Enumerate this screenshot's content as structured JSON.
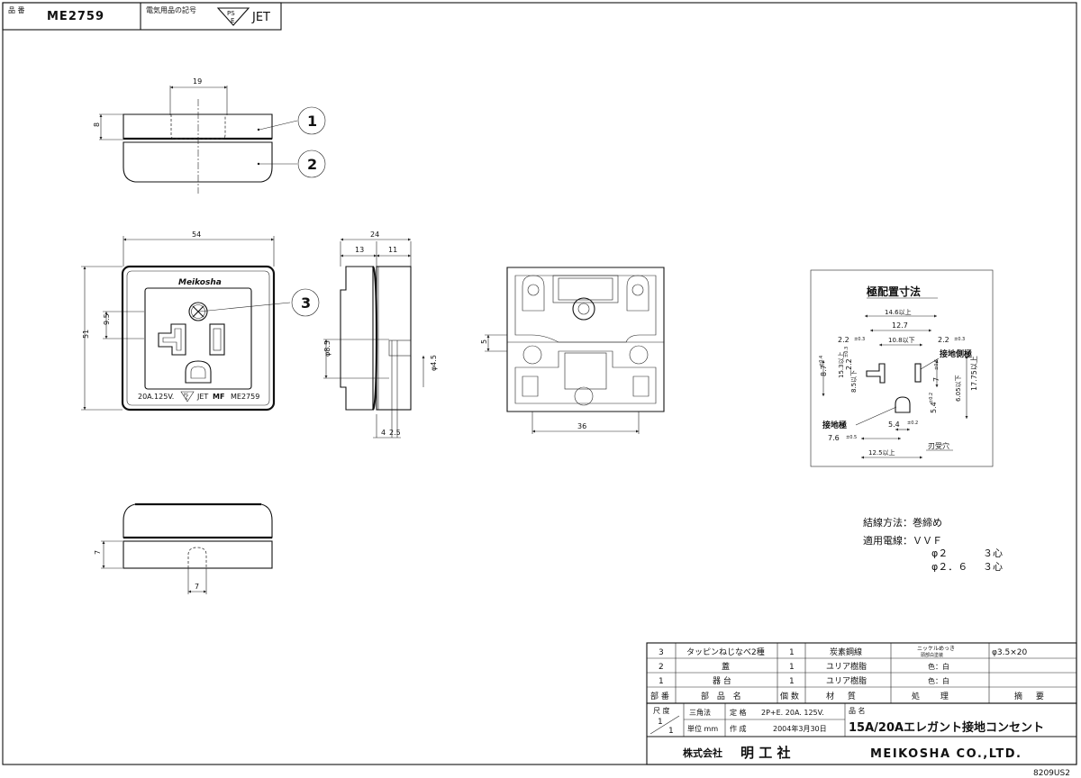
{
  "header": {
    "hinban_label": "品 番",
    "part_number": "ME2759",
    "symbol_label": "電気用品の記号",
    "pse_p": "PS",
    "pse_e": "E",
    "jet": "JET"
  },
  "callouts": {
    "c1": "1",
    "c2": "2",
    "c3": "3"
  },
  "dims": {
    "top_w": "19",
    "top_h": "8",
    "front_w": "54",
    "front_h": "51",
    "front_offset": "9.5",
    "side_total": "24",
    "side_a": "13",
    "side_b": "11",
    "side_d1": "φ8.5",
    "side_d2": "φ4.5",
    "side_c": "4",
    "side_e": "2.5",
    "back_w": "36",
    "back_h": "5",
    "bottom_h": "7",
    "bottom_w": "7"
  },
  "face": {
    "brand": "Meikosha",
    "rating": "20A.125V.",
    "jet": "JET",
    "maker": "MF",
    "model": "ME2759",
    "pse_p": "PS",
    "pse_e": "E"
  },
  "pole": {
    "title": "極配置寸法",
    "d_146": "14.6以上",
    "d_127": "12.7",
    "d_108": "10.8以下",
    "d_22a": "2.2",
    "d_22a_tol": "±0.3",
    "d_22b": "2.2",
    "d_22b_tol": "±0.3",
    "ground_side": "接地側極",
    "d_87": "8.7",
    "d_87_tol": "±0.4",
    "d_153": "15.3以上",
    "d_85": "8.5以下",
    "d_22v": "2.2",
    "d_22v_tol": "±0.3",
    "d_7": "7",
    "d_7_tol": "±0.5",
    "d_605": "6.05以下",
    "d_1775": "17.75以上",
    "d_54v": "5.4",
    "d_54v_tol": "±0.2",
    "d_54h": "5.4",
    "d_54h_tol": "±0.2",
    "ground": "接地極",
    "d_76": "7.6",
    "d_76_tol": "±0.5",
    "d_125": "12.5以上",
    "blade": "刃受穴"
  },
  "notes": {
    "wiring": "結線方法：巻締め",
    "wire_label": "適用電線：ＶＶＦ",
    "w1_d": "φ２",
    "w1_c": "３心",
    "w2_d": "φ２．６",
    "w2_c": "３心"
  },
  "parts": [
    {
      "no": "3",
      "name": "タッピンねじなべ2種",
      "qty": "1",
      "material": "炭素鋼線",
      "treat1": "ニッケルめっき",
      "treat2": "頭部白塗装",
      "remark": "φ3.5×20"
    },
    {
      "no": "2",
      "name": "蓋",
      "qty": "1",
      "material": "ユリア樹脂",
      "treat1": "色：白",
      "treat2": "",
      "remark": ""
    },
    {
      "no": "1",
      "name": "器 台",
      "qty": "1",
      "material": "ユリア樹脂",
      "treat1": "色：白",
      "treat2": "",
      "remark": ""
    }
  ],
  "columns": {
    "no": "部 番",
    "name": "部 品 名",
    "qty": "個 数",
    "material": "材 質",
    "treatment": "処 理",
    "remark": "摘 要"
  },
  "title_block": {
    "scale_label": "尺 度",
    "scale_top": "1",
    "scale_bottom": "1",
    "projection": "三角法",
    "rating_label": "定 格",
    "rating": "2P+E. 20A. 125V.",
    "unit_label": "単位 mm",
    "created_label": "作 成",
    "created_date": "2004年3月30日",
    "name_label": "品 名",
    "product_name": "15A/20Aエレガント接地コンセント",
    "company_jp_prefix": "株式会社",
    "company_jp": "明 工 社",
    "company_en": "MEIKOSHA CO.,LTD.",
    "doc_code": "8209US2"
  }
}
